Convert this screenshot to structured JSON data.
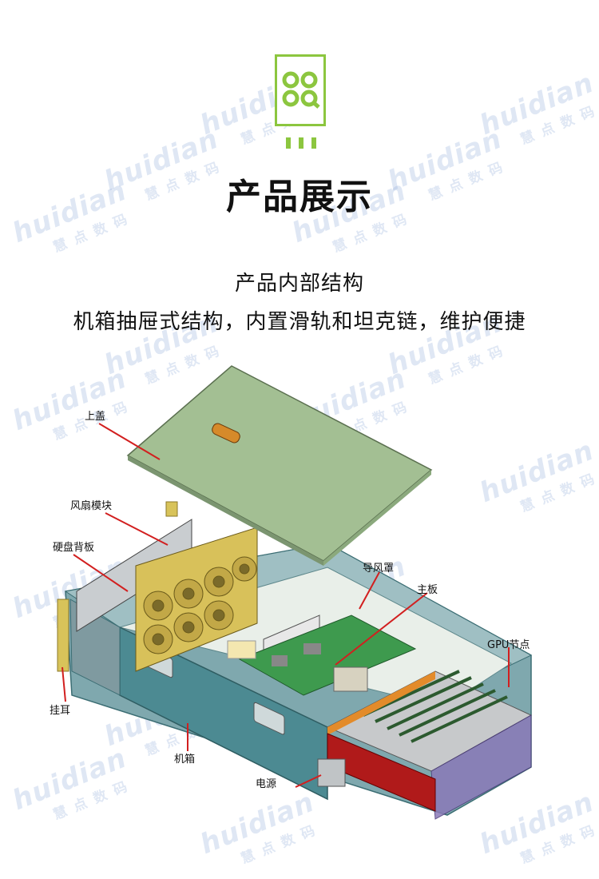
{
  "watermark": {
    "latin": "huidian",
    "chinese": "慧点数码"
  },
  "header": {
    "title": "产品展示",
    "subtitle": "产品内部结构",
    "description": "机箱抽屉式结构，内置滑轨和坦克链，维护便捷"
  },
  "diagram": {
    "labels": {
      "top_cover": "上盖",
      "fan_module": "风扇模块",
      "hdd_backplane": "硬盘背板",
      "air_shroud": "导风罩",
      "motherboard": "主板",
      "gpu_node": "GPU节点",
      "rack_ear": "挂耳",
      "chassis": "机箱",
      "power_supply": "电源"
    }
  },
  "colors": {
    "brand_green": "#8cc63f",
    "leader_line": "#d21f1f",
    "chassis_teal": "#4a8a90",
    "cover_green": "#9fb890",
    "fan_yellow": "#d8c15a"
  }
}
